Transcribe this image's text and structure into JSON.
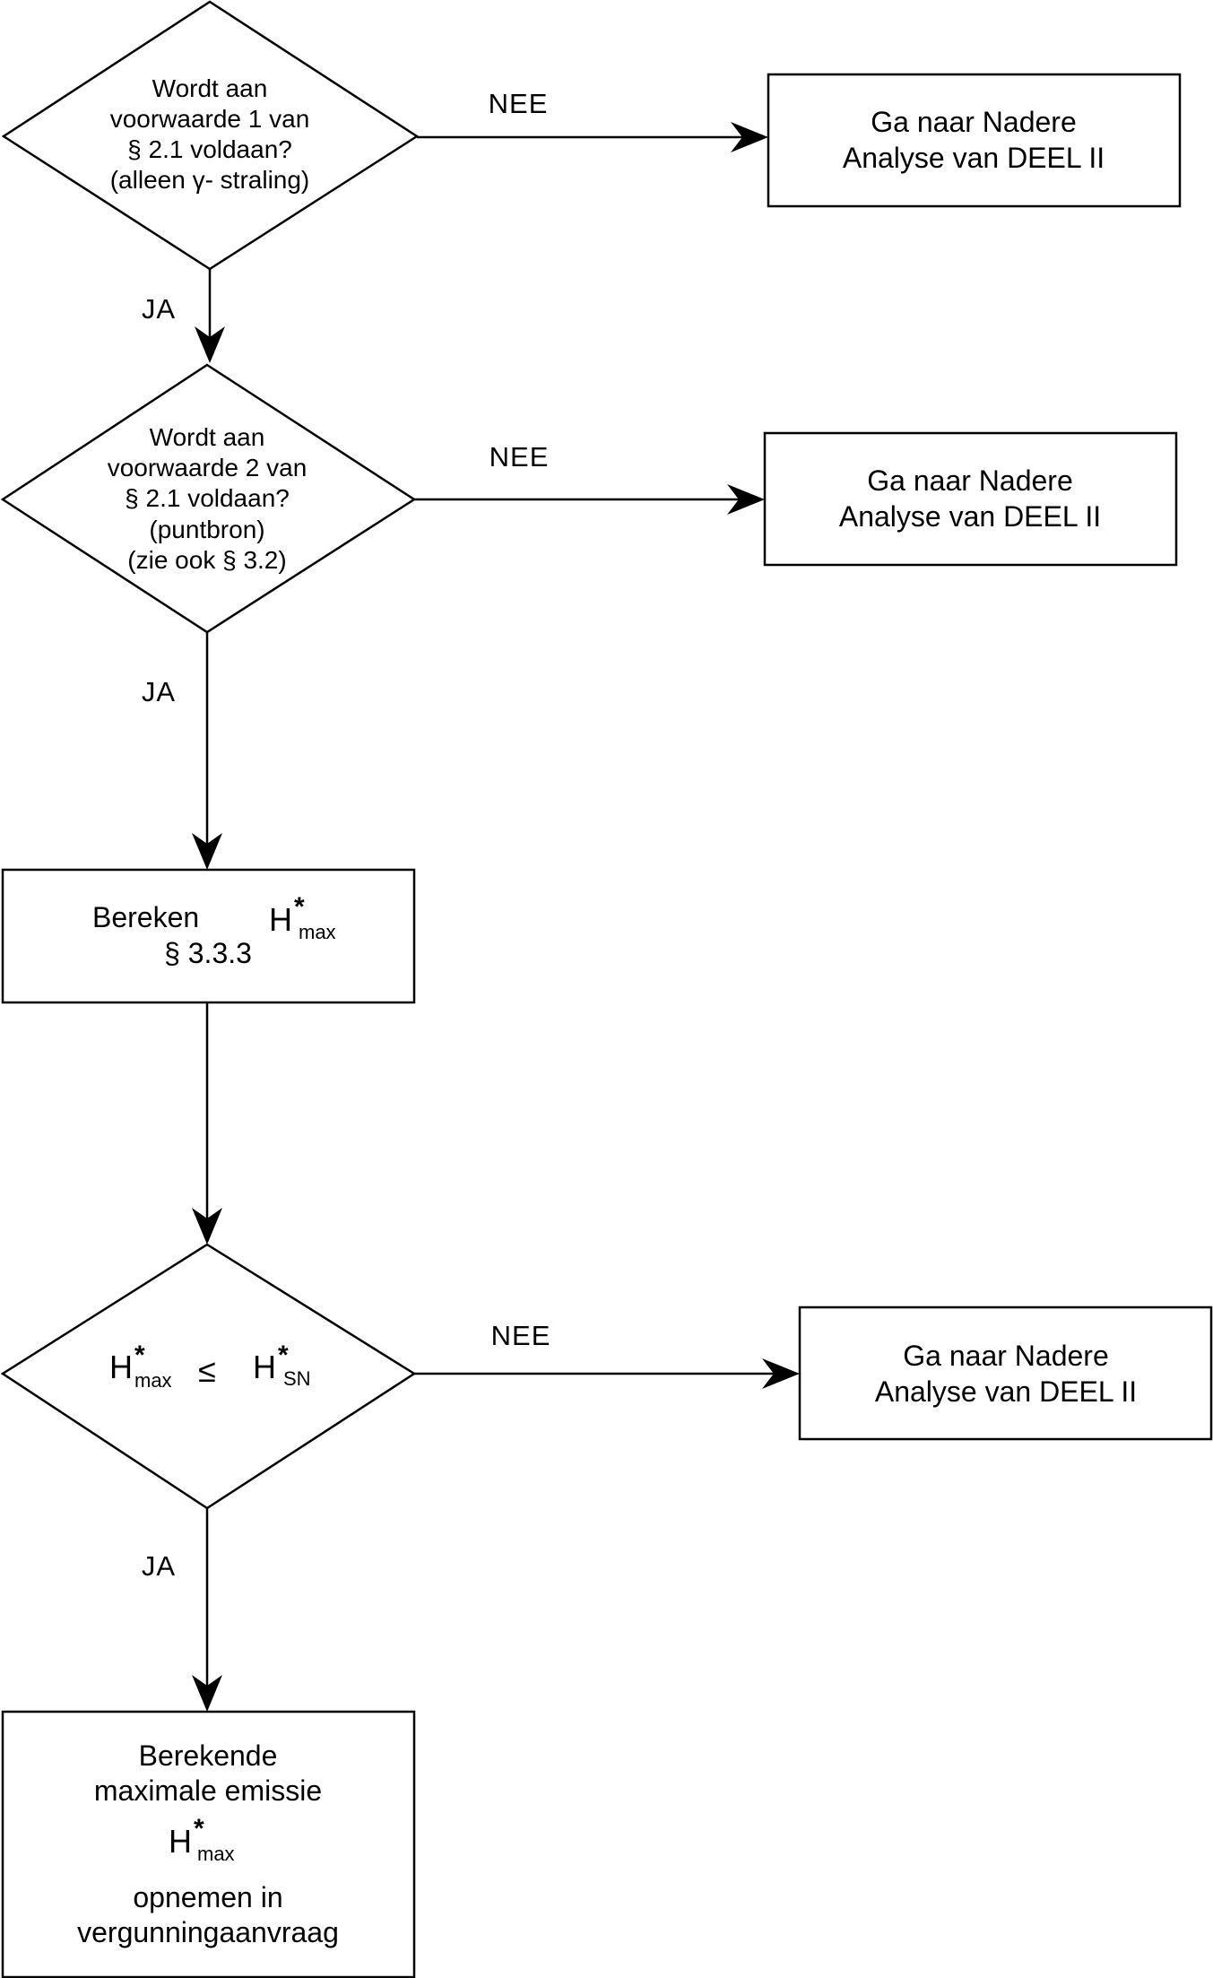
{
  "diagram": {
    "decision1": {
      "lines": [
        "Wordt aan",
        "voorwaarde 1 van",
        "§ 2.1 voldaan?",
        "(alleen γ- straling)"
      ]
    },
    "decision2": {
      "lines": [
        "Wordt aan",
        "voorwaarde 2 van",
        "§ 2.1 voldaan?",
        "(puntbron)",
        "(zie ook § 3.2)"
      ]
    },
    "decision3": {
      "left_symbol": "H",
      "left_sup": "*",
      "left_sub": "max",
      "operator": "≤",
      "right_symbol": "H",
      "right_sup": "*",
      "right_sub": "SN"
    },
    "box_no1": {
      "lines": [
        "Ga naar Nadere",
        "Analyse van DEEL II"
      ]
    },
    "box_no2": {
      "lines": [
        "Ga naar Nadere",
        "Analyse van DEEL II"
      ]
    },
    "box_no3": {
      "lines": [
        "Ga naar Nadere",
        "Analyse van DEEL II"
      ]
    },
    "box_calc": {
      "word": "Bereken",
      "symbol": "H",
      "sup": "*",
      "sub": "max",
      "ref": "§ 3.3.3"
    },
    "box_final": {
      "lines_top": [
        "Berekende",
        "maximale emissie"
      ],
      "symbol": "H",
      "sup": "*",
      "sub": "max",
      "lines_bottom": [
        "opnemen in",
        "vergunningaanvraag"
      ]
    },
    "labels": {
      "no1": "NEE",
      "no2": "NEE",
      "no3": "NEE",
      "yes1": "JA",
      "yes2": "JA",
      "yes3": "JA"
    },
    "colors": {
      "stroke": "#000000",
      "background": "#ffffff"
    }
  }
}
